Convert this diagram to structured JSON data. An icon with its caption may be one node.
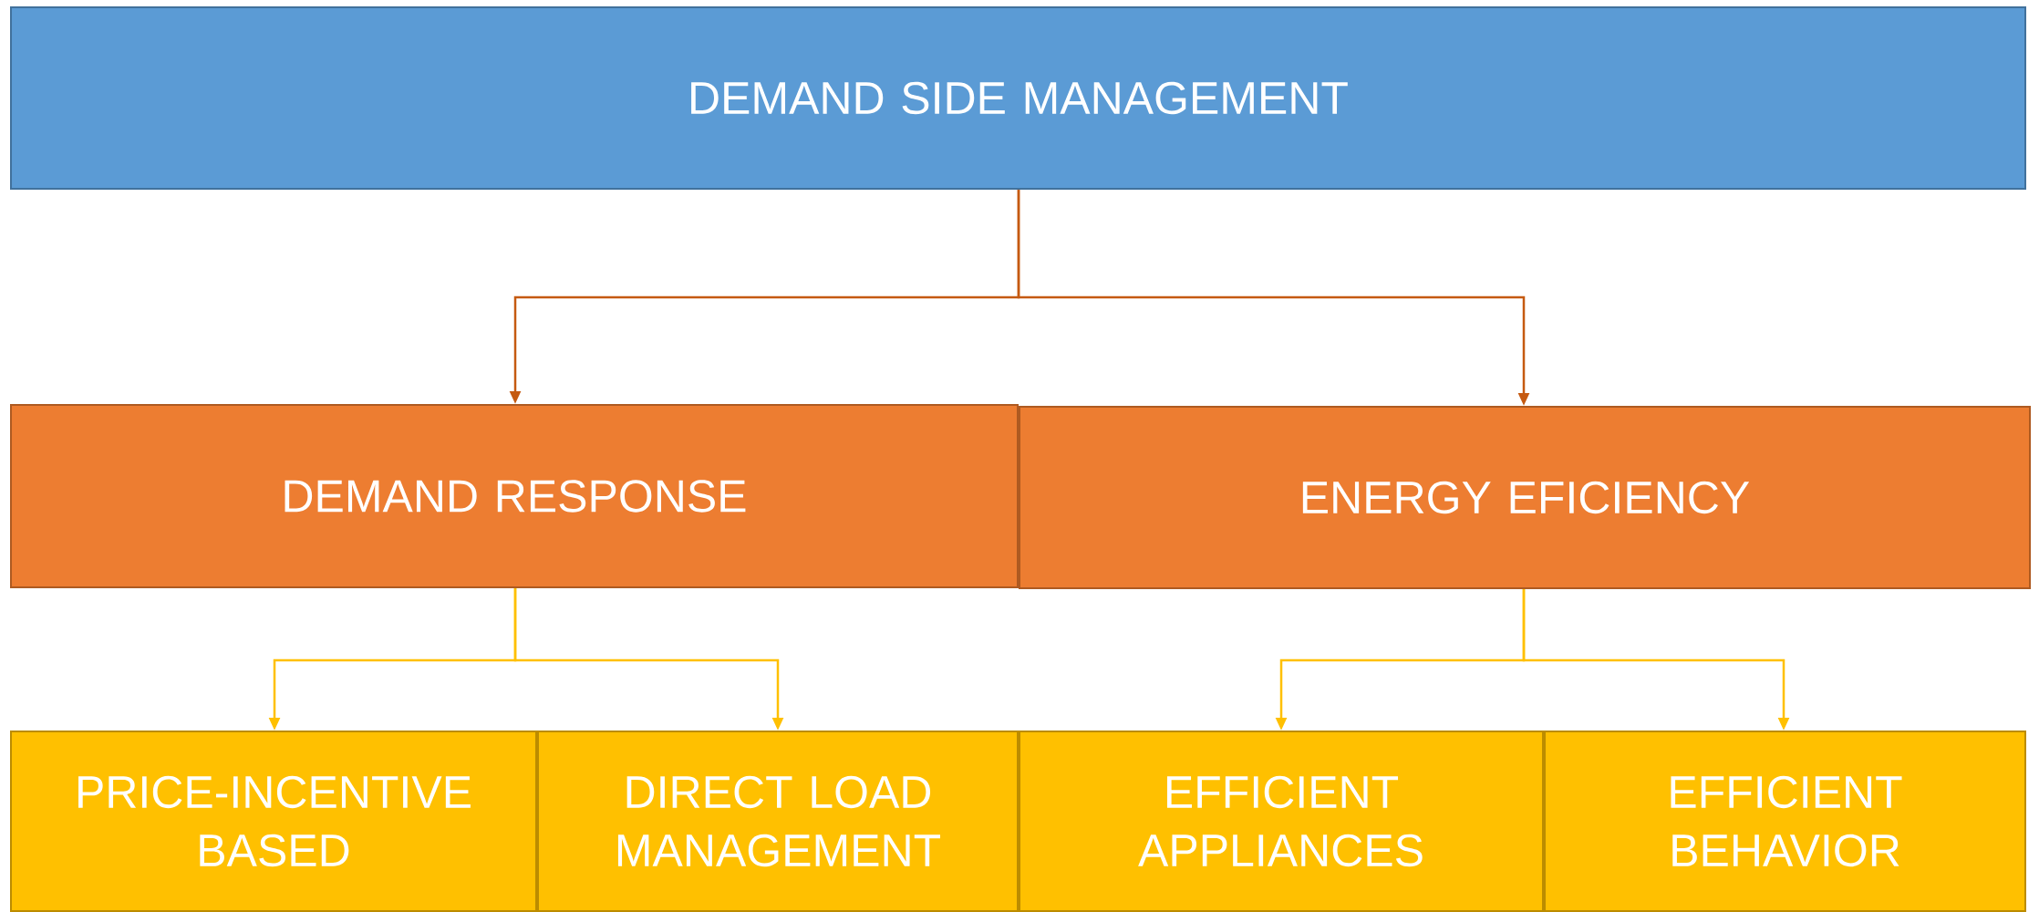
{
  "diagram": {
    "nodes": [
      {
        "text": [
          "DEMAND SIDE MANAGEMENT"
        ]
      },
      {
        "text": [
          "DEMAND RESPONSE"
        ]
      },
      {
        "text": [
          "ENERGY EFICIENCY"
        ]
      },
      {
        "text": [
          "PRICE-INCENTIVE BASED"
        ]
      },
      {
        "text": [
          "DIRECT LOAD MANAGEMENT"
        ]
      },
      {
        "text": [
          "EFFICIENT APPLIANCES"
        ]
      },
      {
        "text": [
          "EFFICIENT BEHAVIOR"
        ]
      }
    ],
    "edges": [
      {
        "from": 0,
        "to": 1,
        "arrow": "to",
        "color": "#c55a11"
      },
      {
        "from": 0,
        "to": 2,
        "arrow": "to",
        "color": "#c55a11"
      },
      {
        "from": 1,
        "to": 3,
        "arrow": "to"
      },
      {
        "from": 1,
        "to": 4,
        "arrow": "to"
      },
      {
        "from": 2,
        "to": 5,
        "arrow": "to"
      },
      {
        "from": 2,
        "to": 6,
        "arrow": "to"
      }
    ]
  }
}
